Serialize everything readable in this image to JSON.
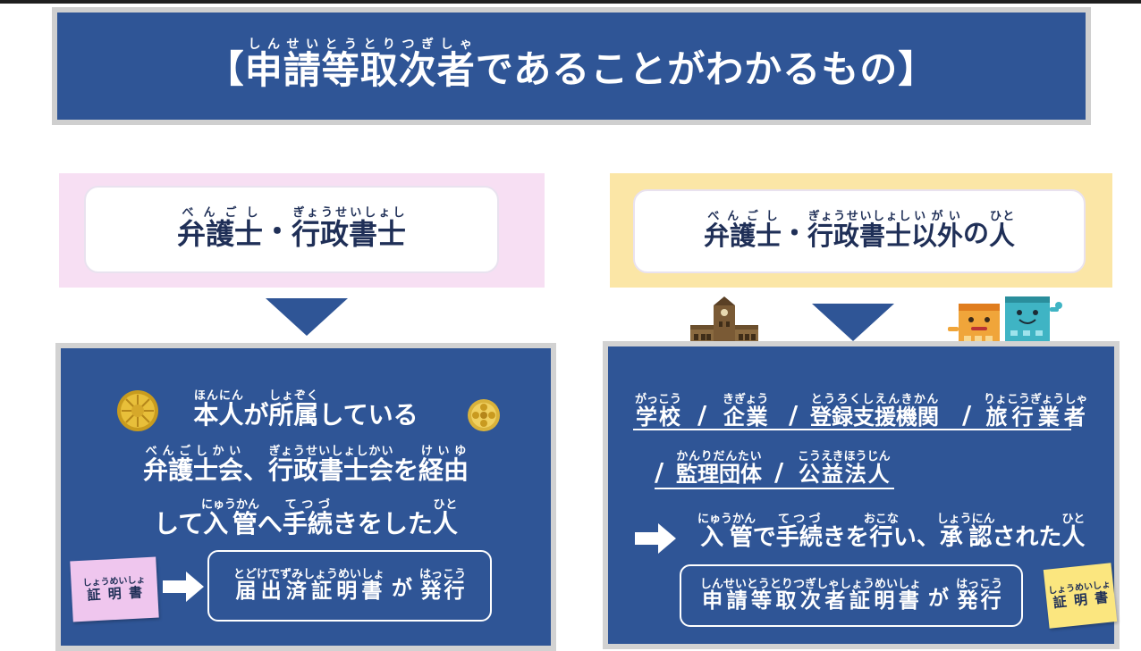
{
  "title": {
    "bracket_open": "【",
    "w1": "申請等",
    "w1_ruby": "しんせいとう",
    "w2": "取次者",
    "w2_ruby": "とりつぎしゃ",
    "rest": "であることがわかるもの",
    "bracket_close": "】"
  },
  "left_category": {
    "w1": "弁護士",
    "w1_ruby": "べんごし",
    "sep": "・",
    "w2": "行政書士",
    "w2_ruby": "ぎょうせいしょし"
  },
  "right_category": {
    "w1": "弁護士",
    "w1_ruby": "べんごし",
    "sep": "・",
    "w2": "行政書士",
    "w2_ruby": "ぎょうせいしょし",
    "w3": "以外",
    "w3_ruby": "いがい",
    "w4": "の",
    "w5": "人",
    "w5_ruby": "ひと"
  },
  "left_panel": {
    "l1_a": "本人",
    "l1_a_ruby": "ほんにん",
    "l1_b": "が",
    "l1_c": "所属",
    "l1_c_ruby": "しょぞく",
    "l1_d": "している",
    "l2_a": "弁護士会",
    "l2_a_ruby": "べんごしかい",
    "l2_b": "、",
    "l2_c": "行政書士会",
    "l2_c_ruby": "ぎょうせいしょしかい",
    "l2_d": "を",
    "l2_e": "経由",
    "l2_e_ruby": "けいゆ",
    "l3_a": "して",
    "l3_b": "入管",
    "l3_b_ruby": "にゅうかん",
    "l3_c": "へ",
    "l3_d": "手続",
    "l3_d_ruby": "てつづ",
    "l3_e": "きをした",
    "l3_f": "人",
    "l3_f_ruby": "ひと",
    "sticky": "証明書",
    "sticky_ruby": "しょうめいしょ",
    "cert_a": "届出済証明書",
    "cert_a_ruby": "とどけでずみしょうめいしょ",
    "cert_b": " が ",
    "cert_c": "発行",
    "cert_c_ruby": "はっこう"
  },
  "right_panel": {
    "o1": "学校",
    "o1_ruby": "がっこう",
    "o2": "企業",
    "o2_ruby": "きぎょう",
    "o3": "登録支援機関",
    "o3_ruby": "とうろくしえんきかん",
    "o4": "旅行業者",
    "o4_ruby": "りょこうぎょうしゃ",
    "o5": "監理団体",
    "o5_ruby": "かんりだんたい",
    "o6": "公益法人",
    "o6_ruby": "こうえきほうじん",
    "slash": "/",
    "p_a": "入管",
    "p_a_ruby": "にゅうかん",
    "p_b": "で",
    "p_c": "手続",
    "p_c_ruby": "てつづ",
    "p_d": "きを",
    "p_e": "行",
    "p_e_ruby": "おこな",
    "p_f": "い、",
    "p_g": "承認",
    "p_g_ruby": "しょうにん",
    "p_h": "された",
    "p_i": "人",
    "p_i_ruby": "ひと",
    "cert_a": "申請等取次者証明書",
    "cert_a_ruby": "しんせいとうとりつぎしゃしょうめいしょ",
    "cert_b": " が ",
    "cert_c": "発行",
    "cert_c_ruby": "はっこう",
    "sticky": "証明書",
    "sticky_ruby": "しょうめいしょ"
  },
  "icons": {
    "left_seal": "gold-lawyer-badge-icon",
    "right_seal": "gold-scrivener-badge-icon",
    "school": "school-building-icon",
    "companies": "company-buildings-icon",
    "arrow": "right-arrow-icon"
  },
  "colors": {
    "navy": "#2f5596",
    "pink": "#f7dff3",
    "yellow": "#fbe6a6",
    "sticky_pink": "#efc6ee",
    "sticky_yellow": "#fbe67f"
  }
}
